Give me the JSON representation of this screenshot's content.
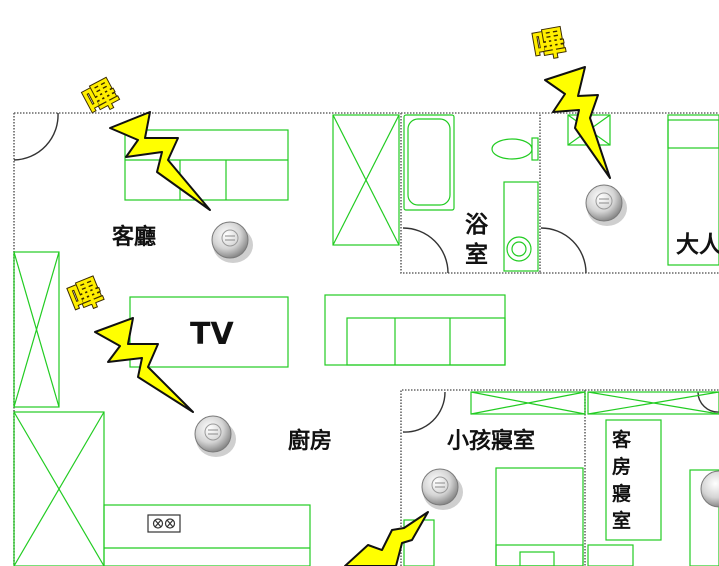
{
  "labels": {
    "living_room": "客廳",
    "tv": "TV",
    "kitchen": "廚房",
    "bathroom_line1": "浴",
    "bathroom_line2": "室",
    "master_bedroom": "大人",
    "kids_room": "小孩寢室",
    "guest_room_1": "客",
    "guest_room_2": "房",
    "guest_room_3": "寢",
    "guest_room_4": "室",
    "beep": "嗶"
  },
  "colors": {
    "wall": "#666666",
    "furniture": "#22cc22",
    "bolt_fill": "#ffff00",
    "bolt_stroke": "#111111",
    "beep_fill": "#ffee00",
    "beep_stroke": "#3a2a00"
  },
  "icons": {
    "alarm": "smoke-detector-icon",
    "bolt": "lightning-bolt-icon"
  }
}
